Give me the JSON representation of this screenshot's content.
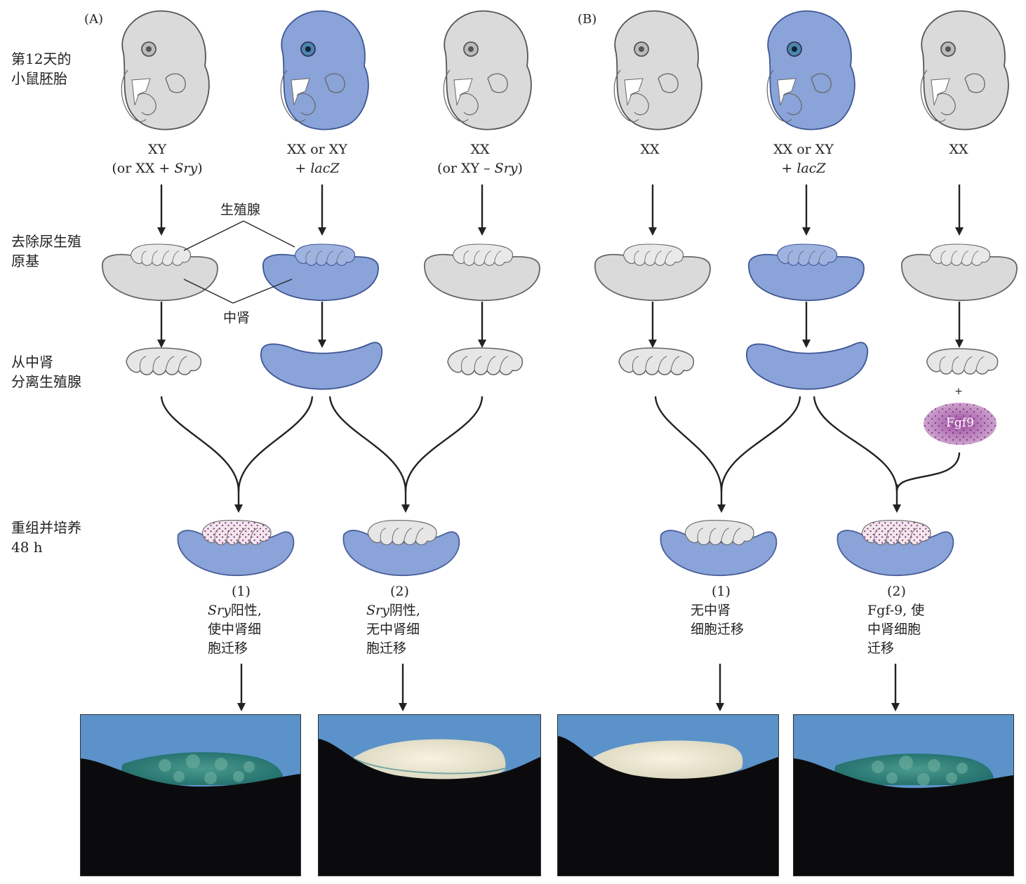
{
  "panels": {
    "a": "(A)",
    "b": "(B)"
  },
  "colors": {
    "blue": "#8aa3d8",
    "gray": "#dadada",
    "purple": "#a04fa3",
    "photo_bg": "#5b92c9"
  },
  "row_labels": {
    "embryo": [
      "第12天的",
      "小鼠胚胎"
    ],
    "remove": [
      "去除尿生殖",
      "原基"
    ],
    "separate": [
      "从中肾",
      "分离生殖腺"
    ],
    "recombine": [
      "重组并培养",
      "48 h"
    ]
  },
  "annotations": {
    "gonad": "生殖腺",
    "mesonephros": "中肾",
    "plus": "+",
    "fgf9": "Fgf9"
  },
  "genotypes": {
    "a1": {
      "line1": "XY",
      "line2_pre": "(or XX + ",
      "line2_it": "Sry",
      "line2_post": ")"
    },
    "a2": {
      "line1": "XX or XY",
      "line2_pre": "+ ",
      "line2_it": "lacZ",
      "line2_post": ""
    },
    "a3": {
      "line1": "XX",
      "line2_pre": "(or XY – ",
      "line2_it": "Sry",
      "line2_post": ")"
    },
    "b1": {
      "line1": "XX"
    },
    "b2": {
      "line1": "XX or XY",
      "line2_pre": "+ ",
      "line2_it": "lacZ",
      "line2_post": ""
    },
    "b3": {
      "line1": "XX"
    }
  },
  "results": {
    "a1": {
      "num": "(1)",
      "it": "Sry",
      "l1": "阳性,",
      "l2": "使中肾细",
      "l3": "胞迁移"
    },
    "a2": {
      "num": "(2)",
      "it": "Sry",
      "l1": "阴性,",
      "l2": "无中肾细",
      "l3": "胞迁移"
    },
    "b1": {
      "num": "(1)",
      "l1": "无中肾",
      "l2": "细胞迁移"
    },
    "b2": {
      "num": "(2)",
      "l1": "Fgf-9, 使",
      "l2": "中肾细胞",
      "l3": "迁移"
    }
  }
}
